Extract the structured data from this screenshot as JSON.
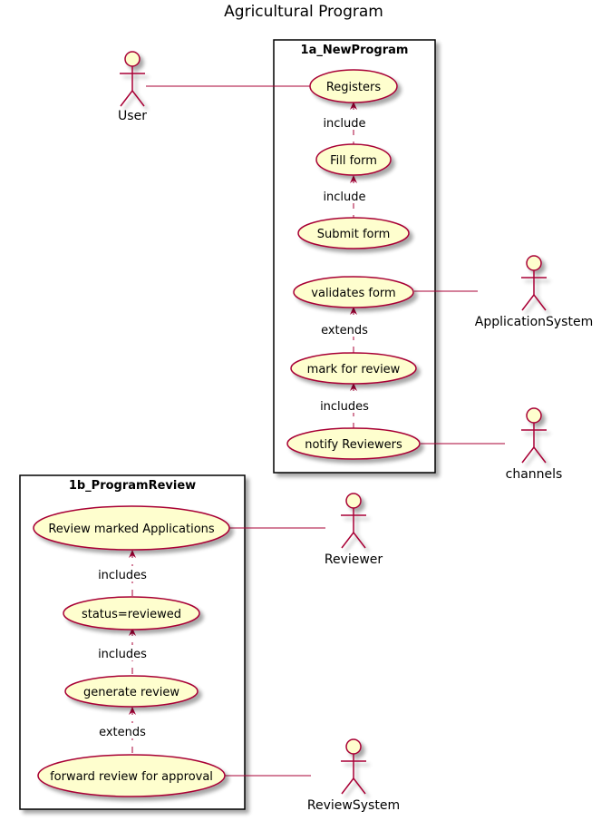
{
  "diagram": {
    "title": "Agricultural Program",
    "colors": {
      "border": "#A80036",
      "usecase_fill": "#FEFECE",
      "package_border": "#000000",
      "shadow": "#C8C8C8"
    },
    "packages": [
      {
        "id": "p1",
        "name": "1a_NewProgram"
      },
      {
        "id": "p2",
        "name": "1b_ProgramReview"
      }
    ],
    "usecases": [
      {
        "id": "registers",
        "label": "Registers"
      },
      {
        "id": "fillform",
        "label": "Fill form"
      },
      {
        "id": "submitform",
        "label": "Submit form"
      },
      {
        "id": "validates",
        "label": "validates form"
      },
      {
        "id": "markreview",
        "label": "mark for review"
      },
      {
        "id": "notify",
        "label": "notify Reviewers"
      },
      {
        "id": "reviewmarked",
        "label": "Review marked Applications"
      },
      {
        "id": "status",
        "label": "status=reviewed"
      },
      {
        "id": "generate",
        "label": "generate review"
      },
      {
        "id": "forward",
        "label": "forward review for approval"
      }
    ],
    "actors": [
      {
        "id": "user",
        "label": "User"
      },
      {
        "id": "appsys",
        "label": "ApplicationSystem"
      },
      {
        "id": "channels",
        "label": "channels"
      },
      {
        "id": "reviewer",
        "label": "Reviewer"
      },
      {
        "id": "revsys",
        "label": "ReviewSystem"
      }
    ],
    "relations": [
      {
        "label": "include"
      },
      {
        "label": "include"
      },
      {
        "label": "extends"
      },
      {
        "label": "includes"
      },
      {
        "label": "includes"
      },
      {
        "label": "includes"
      },
      {
        "label": "extends"
      }
    ]
  }
}
